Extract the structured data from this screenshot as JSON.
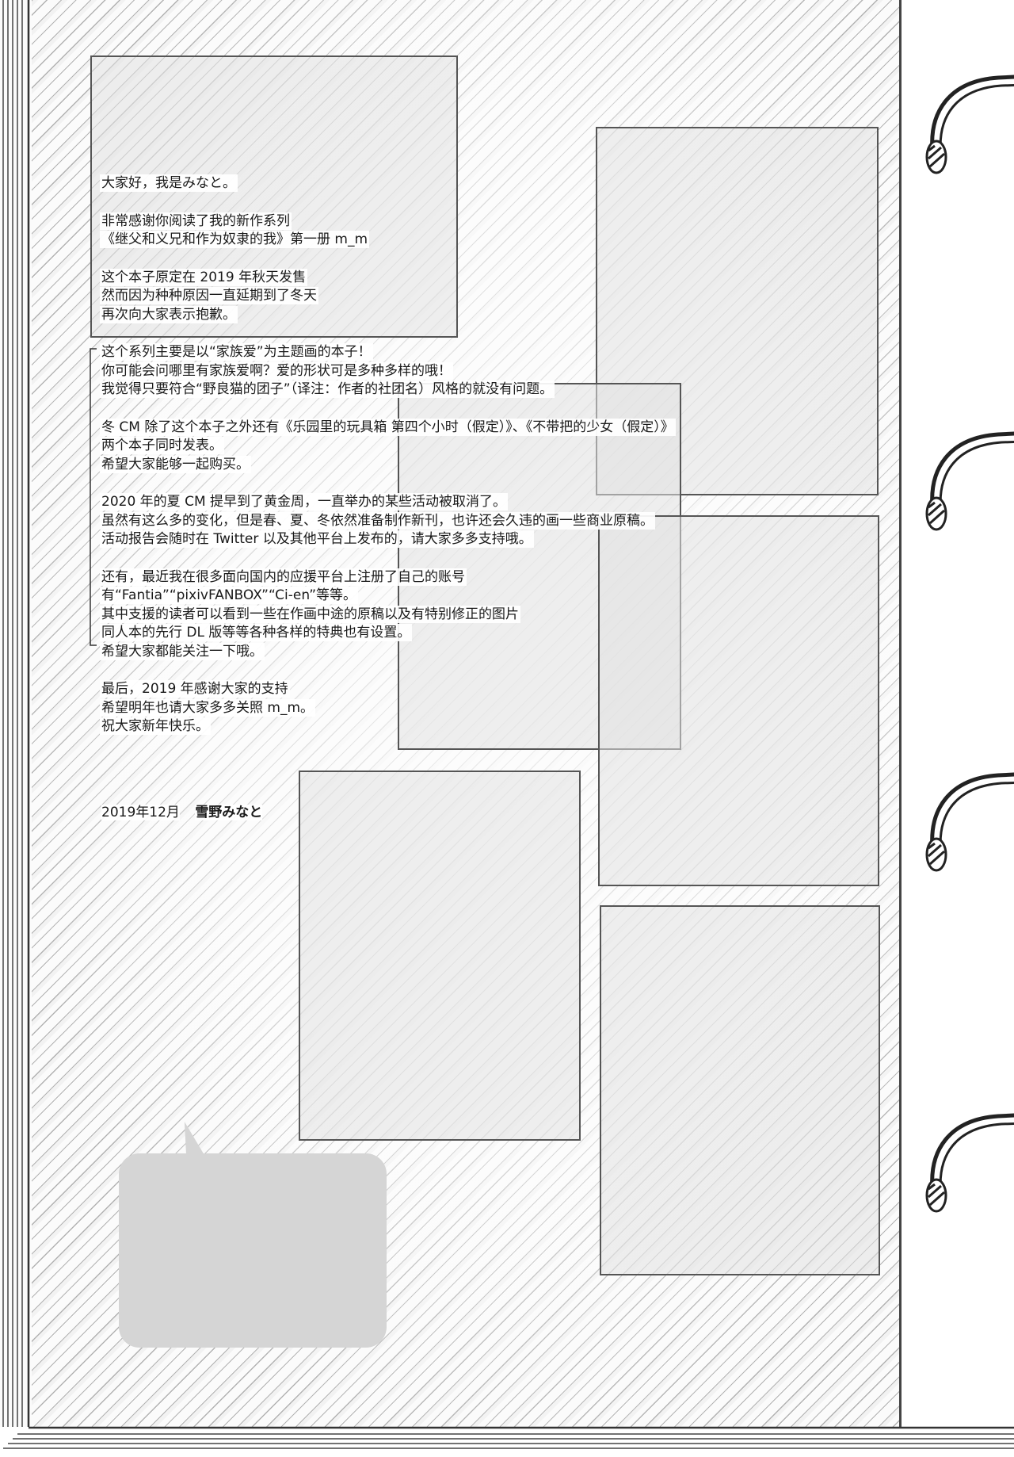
{
  "greeting": "大家好，我是みなと。",
  "thanks": {
    "line1": "非常感谢你阅读了我的新作系列",
    "line2": "《继父和义兄和作为奴隶的我》第一册 m_m"
  },
  "delay": {
    "line1": "这个本子原定在 2019 年秋天发售",
    "line2": "然而因为种种原因一直延期到了冬天",
    "line3": "再次向大家表示抱歉。"
  },
  "theme": {
    "line1": "这个系列主要是以“家族爱”为主题画的本子！",
    "line2": "你可能会问哪里有家族爱啊？爱的形状可是多种多样的哦！",
    "line3": "我觉得只要符合“野良猫的团子”（译注：作者的社团名）风格的就没有问题。"
  },
  "winter_cm": {
    "line1": "冬 CM 除了这个本子之外还有《乐园里的玩具箱 第四个小时（假定）》、《不带把的少女（假定）》",
    "line2": "两个本子同时发表。",
    "line3": "希望大家能够一起购买。"
  },
  "summer_cm": {
    "line1": "2020 年的夏 CM 提早到了黄金周，一直举办的某些活动被取消了。",
    "line2": "虽然有这么多的变化，但是春、夏、冬依然准备制作新刊，也许还会久违的画一些商业原稿。",
    "line3": "活动报告会随时在 Twitter 以及其他平台上发布的，请大家多多支持哦。"
  },
  "platforms": {
    "line1": "还有，最近我在很多面向国内的应援平台上注册了自己的账号",
    "line2": "有“Fantia”“pixivFANBOX”“Ci-en”等等。",
    "line3": "其中支援的读者可以看到一些在作画中途的原稿以及有特别修正的图片",
    "line4": "同人本的先行 DL 版等等各种各样的特典也有设置。",
    "line5": "希望大家都能关注一下哦。"
  },
  "closing": {
    "line1": "最后，2019 年感谢大家的支持",
    "line2": "希望明年也请大家多多关照 m_m。",
    "line3": "祝大家新年快乐。"
  },
  "signature": {
    "date": "2019年12月",
    "author": "雪野みなと"
  }
}
